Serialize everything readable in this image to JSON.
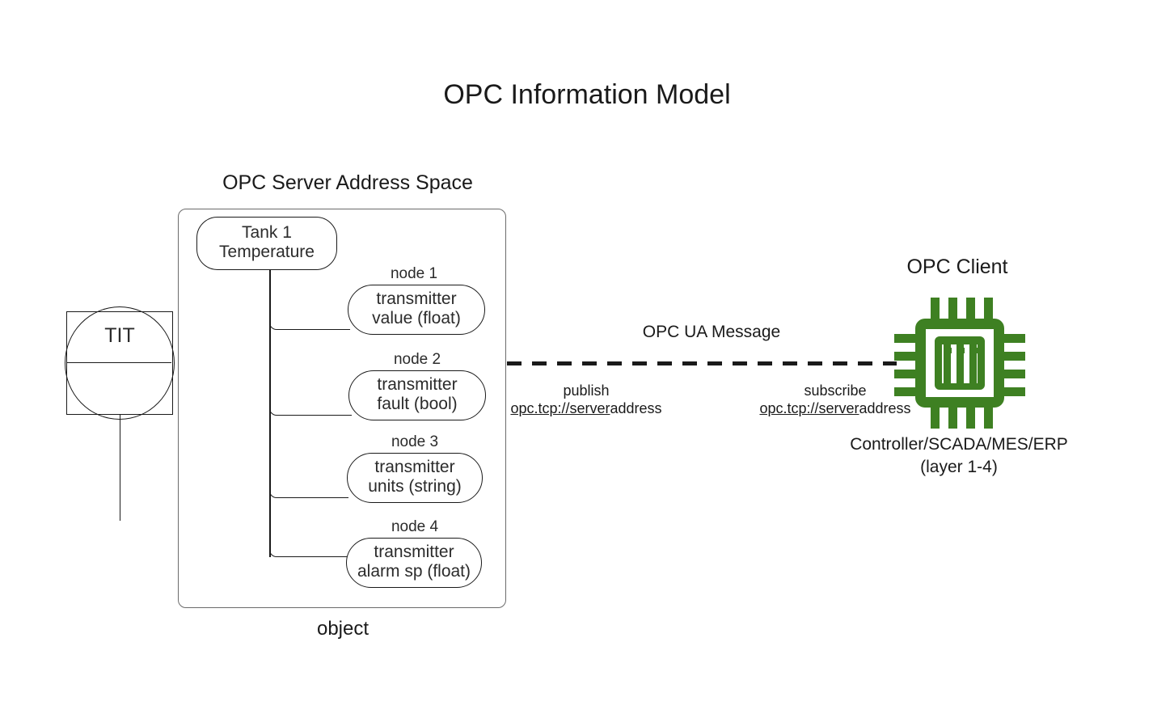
{
  "title": "OPC Information Model",
  "colors": {
    "chip_green": "#3E8022",
    "stroke": "#1a1a1a",
    "container_stroke": "#6b6b6b"
  },
  "server": {
    "caption": "OPC Server Address Space",
    "object_caption": "object",
    "root_node": "Tank 1\nTemperature",
    "nodes": [
      {
        "label": "node 1",
        "text": "transmitter\nvalue (float)"
      },
      {
        "label": "node 2",
        "text": "transmitter\nfault (bool)"
      },
      {
        "label": "node 3",
        "text": "transmitter\nunits (string)"
      },
      {
        "label": "node 4",
        "text": "transmitter\nalarm sp (float)"
      }
    ]
  },
  "instrument": {
    "tag": "TIT"
  },
  "link": {
    "message_label": "OPC UA Message",
    "publish": {
      "verb": "publish",
      "uri_link": "opc.tcp://server",
      "uri_rest": "address"
    },
    "subscribe": {
      "verb": "subscribe",
      "uri_link": "opc.tcp://server",
      "uri_rest": "address"
    }
  },
  "client": {
    "caption": "OPC Client",
    "subtitle": "Controller/SCADA/MES/ERP\n(layer 1-4)",
    "icon": "cpu-chip-icon"
  }
}
